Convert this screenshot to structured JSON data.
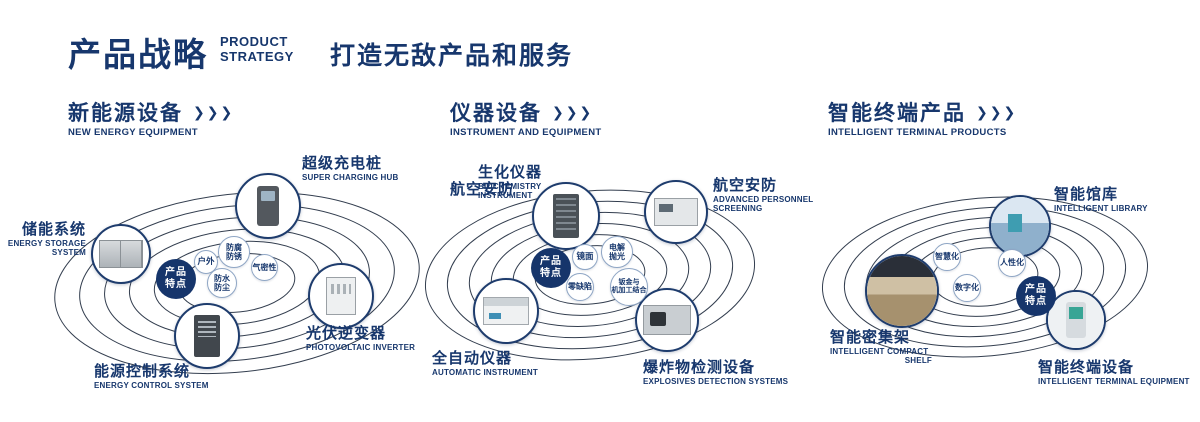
{
  "header": {
    "title": "产品战略",
    "subtitle_line1": "PRODUCT",
    "subtitle_line2": "STRATEGY",
    "tagline": "打造无敌产品和服务"
  },
  "icons": {
    "section_chevrons": "❯❯❯"
  },
  "colors": {
    "navy": "#17376d",
    "orbit": "#333e4f",
    "badge": "#16356b",
    "bubble_border": "#8fa6c5"
  },
  "sections": [
    {
      "title": "新能源设备",
      "subtitle": "NEW ENERGY EQUIPMENT",
      "badge": {
        "line1": "产品",
        "line2": "特点"
      },
      "features": [
        {
          "line1": "户外"
        },
        {
          "line1": "防腐",
          "line2": "防锈"
        },
        {
          "line1": "气密性"
        },
        {
          "line1": "防水",
          "line2": "防尘"
        }
      ],
      "products": [
        {
          "name": "超级充电桩",
          "en1": "SUPER CHARGING HUB"
        },
        {
          "name": "储能系统",
          "en1": "ENERGY STORAGE",
          "en2": "SYSTEM"
        },
        {
          "name": "光伏逆变器",
          "en1": "PHOTOVOLTAIC INVERTER"
        },
        {
          "name": "能源控制系统",
          "en1": "ENERGY CONTROL SYSTEM"
        }
      ]
    },
    {
      "title": "仪器设备",
      "subtitle": "INSTRUMENT AND EQUIPMENT",
      "extra_label": "航空安防",
      "badge": {
        "line1": "产品",
        "line2": "特点"
      },
      "features": [
        {
          "line1": "镜面"
        },
        {
          "line1": "电解",
          "line2": "抛光"
        },
        {
          "line1": "零缺陷"
        },
        {
          "line1": "钣金与",
          "line2": "机加工结合"
        }
      ],
      "products": [
        {
          "name": "生化仪器",
          "en1": "BIOCHEMISTRY",
          "en2": "INSTRUMENT"
        },
        {
          "name": "航空安防",
          "en1": "ADVANCED PERSONNEL",
          "en2": "SCREENING"
        },
        {
          "name": "全自动仪器",
          "en1": "AUTOMATIC INSTRUMENT"
        },
        {
          "name": "爆炸物检测设备",
          "en1": "EXPLOSIVES DETECTION SYSTEMS"
        }
      ]
    },
    {
      "title": "智能终端产品",
      "subtitle": "INTELLIGENT TERMINAL PRODUCTS",
      "badge": {
        "line1": "产品",
        "line2": "特点"
      },
      "features": [
        {
          "line1": "智慧化"
        },
        {
          "line1": "人性化"
        },
        {
          "line1": "数字化"
        }
      ],
      "products": [
        {
          "name": "智能馆库",
          "en1": "INTELLIGENT LIBRARY"
        },
        {
          "name": "智能密集架",
          "en1": "INTELLIGENT COMPACT",
          "en2": "SHELF"
        },
        {
          "name": "智能终端设备",
          "en1": "INTELLIGENT TERMINAL EQUIPMENT"
        }
      ]
    }
  ]
}
